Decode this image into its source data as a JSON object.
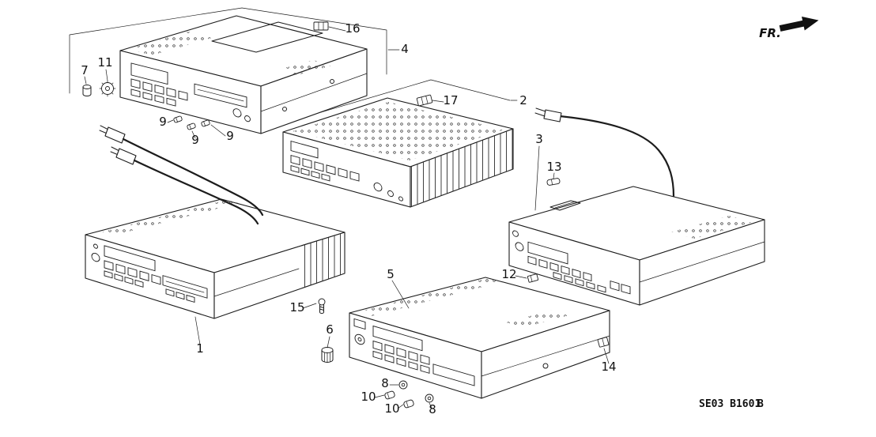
{
  "diagram": {
    "fr_label": "FR.",
    "code": "SE03 B1601",
    "code_suffix": "B",
    "colors": {
      "ink": "#1c1c1c",
      "background": "#ffffff"
    },
    "callouts": [
      {
        "label": "16"
      },
      {
        "label": "4"
      },
      {
        "label": "7"
      },
      {
        "label": "11"
      },
      {
        "label": "9"
      },
      {
        "label": "9"
      },
      {
        "label": "9"
      },
      {
        "label": "17"
      },
      {
        "label": "2"
      },
      {
        "label": "3"
      },
      {
        "label": "13"
      },
      {
        "label": "1"
      },
      {
        "label": "15"
      },
      {
        "label": "5"
      },
      {
        "label": "6"
      },
      {
        "label": "12"
      },
      {
        "label": "14"
      },
      {
        "label": "8"
      },
      {
        "label": "10"
      },
      {
        "label": "10"
      },
      {
        "label": "8"
      }
    ]
  }
}
